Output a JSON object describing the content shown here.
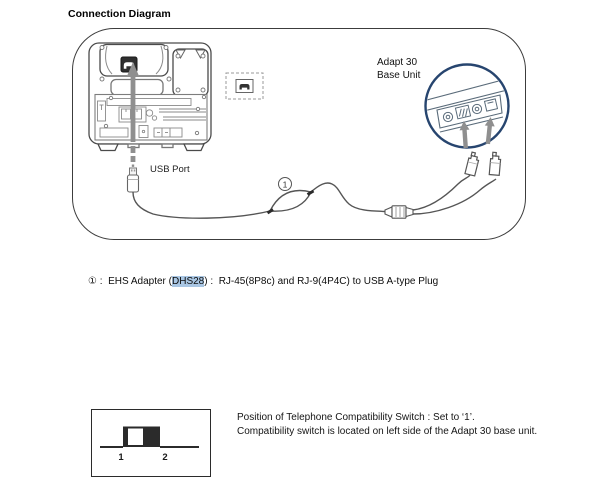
{
  "page": {
    "title": "Connection Diagram"
  },
  "diagram": {
    "labels": {
      "base_unit_line1": "Adapt 30",
      "base_unit_line2": "Base Unit",
      "usb_port": "USB Port",
      "marker_number": "1"
    },
    "colors": {
      "magnifier_ring": "#27456f",
      "arrow_gray": "#8f8f8f",
      "line_gray": "#4a4a4a"
    }
  },
  "caption": {
    "prefix": "① :  EHS Adapter (",
    "highlight": "DHS28",
    "suffix": ") :  RJ-45(8P8c) and RJ-9(4P4C) to USB A-type Plug",
    "highlight_color": "#a9c6e3"
  },
  "compatibility": {
    "position_labels": [
      "1",
      "2"
    ],
    "line1": "Position of Telephone Compatibility Switch : Set to ‘1’.",
    "line2": "Compatibility switch is located on left side of the Adapt 30 base unit."
  }
}
